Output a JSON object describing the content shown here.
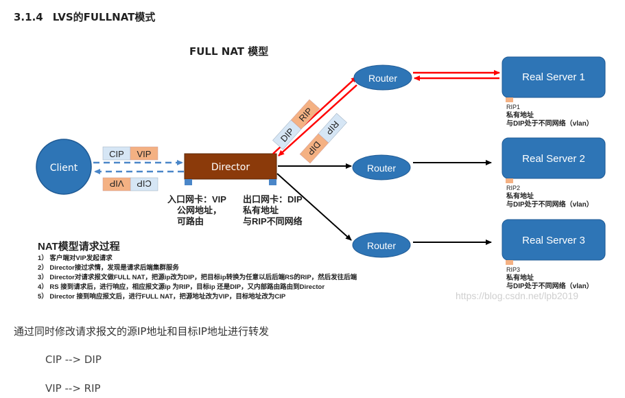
{
  "heading": {
    "number": "3.1.4",
    "title": "LVS的FULLNAT模式"
  },
  "diagram": {
    "title": "FULL NAT 模型",
    "client": "Client",
    "director": "Director",
    "routers": [
      "Router",
      "Router",
      "Router"
    ],
    "servers": [
      "Real Server 1",
      "Real Server 2",
      "Real Server 3"
    ],
    "server_notes": [
      {
        "rip": "RIP1",
        "line1": "私有地址",
        "line2": "与DIP处于不同网络（vlan）"
      },
      {
        "rip": "RIP2",
        "line1": "私有地址",
        "line2": "与DIP处于不同网络（vlan）"
      },
      {
        "rip": "RIP3",
        "line1": "私有地址",
        "line2": "与DIP处于不同网络（vlan）"
      }
    ],
    "packet_client_in": [
      "CIP",
      "VIP"
    ],
    "packet_client_out": [
      "CIP",
      "VIP"
    ],
    "packet_up": [
      "DIP",
      "RIP"
    ],
    "packet_down": [
      "RIP",
      "DIP"
    ],
    "nic_in": [
      "入口网卡：VIP",
      "公网地址，",
      "可路由"
    ],
    "nic_out": [
      "出口网卡：DIP",
      "私有地址",
      "与RIP不同网络"
    ],
    "process_title": "NAT模型请求过程",
    "process_steps": [
      "1）  客户端对VIP发起请求",
      "2）  Director接过求情，发现是请求后端集群服务",
      "3）  Director对请求报文做FULL NAT，把源ip改为DIP，把目标ip转换为任意以后后端RS的RIP，然后发往后端",
      "4）  RS 接到请求后，进行响应，相应报文源ip 为RIP，目标ip 还是DIP，又内部路由路由到Director",
      "5）  Director 接到响应报文后，进行FULL NAT，把源地址改为VIP，目标地址改为CIP"
    ],
    "watermark": "https://blog.csdn.net/lpb2019",
    "colors": {
      "blue": "#2e75b6",
      "director": "#8b3a0a",
      "peach": "#f4b183",
      "red": "#ff0000"
    }
  },
  "body_text": {
    "paragraph": "通过同时修改请求报文的源IP地址和目标IP地址进行转发",
    "line1": "CIP --> DIP",
    "line2": "VIP --> RIP"
  }
}
